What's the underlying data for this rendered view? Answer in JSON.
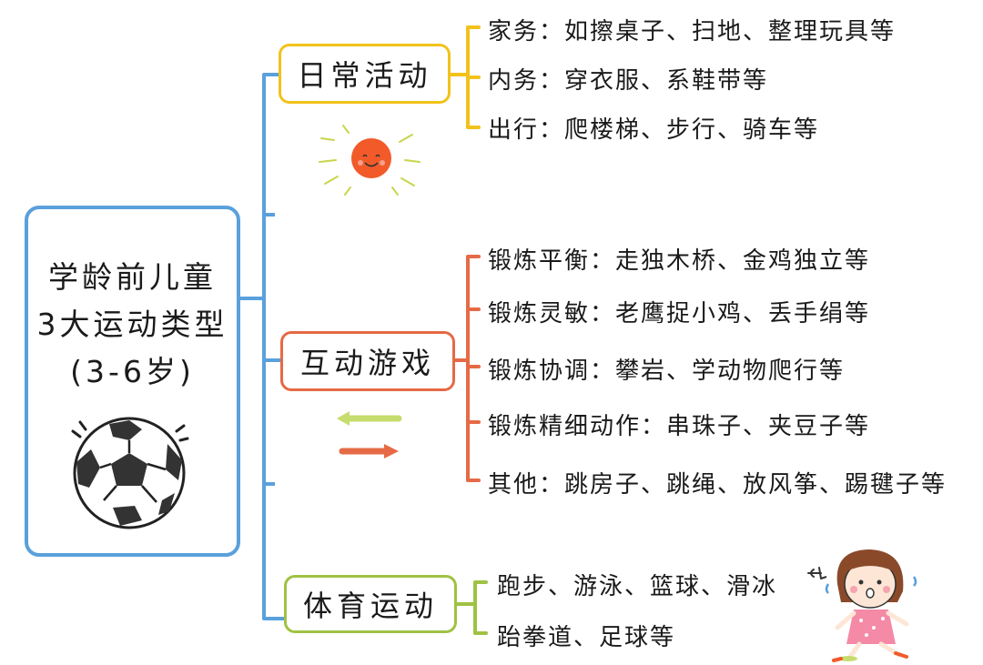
{
  "root": {
    "lines": [
      "学龄前儿童",
      "3大运动类型",
      "(3-6岁)"
    ]
  },
  "categories": [
    {
      "label": "日常活动",
      "color": "#f2c21b",
      "items": [
        "家务：如擦桌子、扫地、整理玩具等",
        "内务：穿衣服、系鞋带等",
        "出行：爬楼梯、步行、骑车等"
      ]
    },
    {
      "label": "互动游戏",
      "color": "#e56a45",
      "items": [
        "锻炼平衡：走独木桥、金鸡独立等",
        "锻炼灵敏：老鹰捉小鸡、丢手绢等",
        "锻炼协调：攀岩、学动物爬行等",
        "锻炼精细动作：串珠子、夹豆子等",
        "其他：跳房子、跳绳、放风筝、踢毽子等"
      ]
    },
    {
      "label": "体育运动",
      "color": "#9fc243",
      "items": [
        "跑步、游泳、篮球、滑冰",
        "跆拳道、足球等"
      ]
    }
  ],
  "colors": {
    "root_border": "#5aa0dc",
    "sun_fill": "#f25a2a",
    "sun_rays": "#d6de6a",
    "arrow_left": "#c6dc6e",
    "arrow_right": "#e56a45"
  },
  "icons": [
    "soccer-ball-icon",
    "sun-icon",
    "swap-arrows-icon",
    "running-girl-icon"
  ]
}
